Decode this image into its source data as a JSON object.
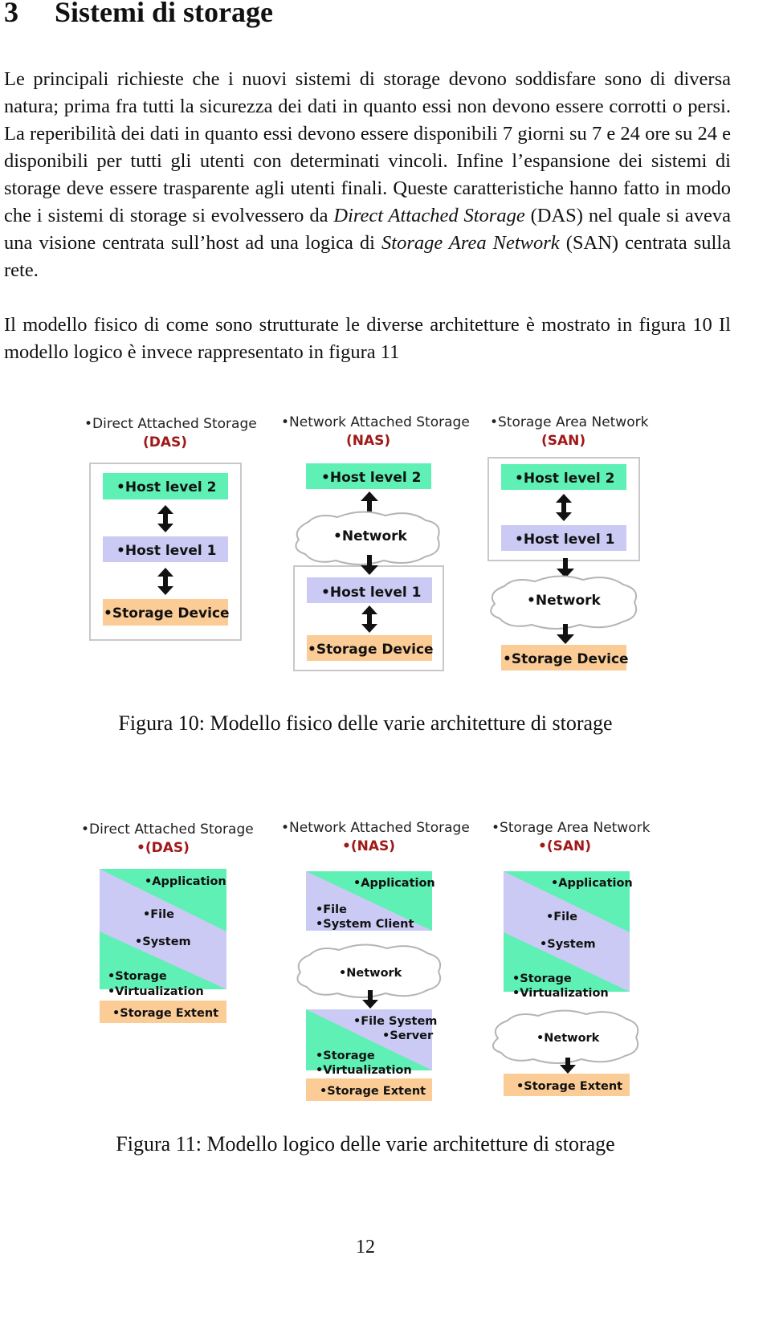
{
  "section": {
    "number": "3",
    "title": "Sistemi di storage"
  },
  "paragraph1": {
    "part1": "Le principali richieste che i nuovi sistemi di storage devono soddisfare sono di diversa natura; prima fra tutti la sicurezza dei dati in quanto essi non devono essere corrotti o persi. La reperibilità dei dati in quanto essi devono essere disponibili 7 giorni su 7 e 24 ore su 24 e disponibili per tutti gli utenti con determinati vincoli. Infine l’espansione dei sistemi di storage deve essere trasparente agli utenti finali. Queste caratteristiche hanno fatto in modo che i sistemi di storage si evolvessero da ",
    "term1": "Direct Attached Storage",
    "part2": " (DAS) nel quale si aveva una visione centrata sull’host ad una logica di ",
    "term2": "Storage Area Network",
    "part3": " (SAN) centrata sulla rete."
  },
  "paragraph2": "Il modello fisico di come sono strutturate le diverse architetture è mostrato in figura 10 Il modello logico è invece rappresentato in figura 11",
  "figure10": {
    "caption": "Figura 10: Modello fisico delle varie architetture di storage",
    "das": {
      "header": "•Direct Attached Storage",
      "abbr": "(DAS)",
      "host2": "•Host level 2",
      "host1": "•Host level 1",
      "storage": "•Storage Device"
    },
    "nas": {
      "header": "•Network Attached Storage",
      "abbr": "(NAS)",
      "host2": "•Host level 2",
      "network": "•Network",
      "host1": "•Host level 1",
      "storage": "•Storage Device"
    },
    "san": {
      "header": "•Storage Area Network",
      "abbr": "(SAN)",
      "host2": "•Host level 2",
      "host1": "•Host level 1",
      "network": "•Network",
      "storage": "•Storage Device"
    }
  },
  "figure11": {
    "caption": "Figura 11: Modello logico delle varie architetture di storage",
    "das": {
      "header": "•Direct Attached Storage",
      "abbr": "•(DAS)",
      "application": "•Application",
      "file": "•File",
      "system": "•System",
      "storage": "•Storage",
      "virtualization": "•Virtualization",
      "extent": "•Storage Extent"
    },
    "nas": {
      "header": "•Network Attached Storage",
      "abbr": "•(NAS)",
      "application": "•Application",
      "file": "•File",
      "system_client": "•System Client",
      "network": "•Network",
      "file_system": "•File System",
      "server": "•Server",
      "storage": "•Storage",
      "virtualization": "•Virtualization",
      "extent": "•Storage Extent"
    },
    "san": {
      "header": "•Storage Area Network",
      "abbr": "•(SAN)",
      "application": "•Application",
      "file": "•File",
      "system": "•System",
      "storage": "•Storage",
      "virtualization": "•Virtualization",
      "network": "•Network",
      "extent": "•Storage Extent"
    }
  },
  "page_number": "12",
  "colors": {
    "green": "#5ef0b4",
    "lavender": "#cacaf4",
    "peach": "#fbcc96",
    "abbr_red": "#a01818"
  }
}
